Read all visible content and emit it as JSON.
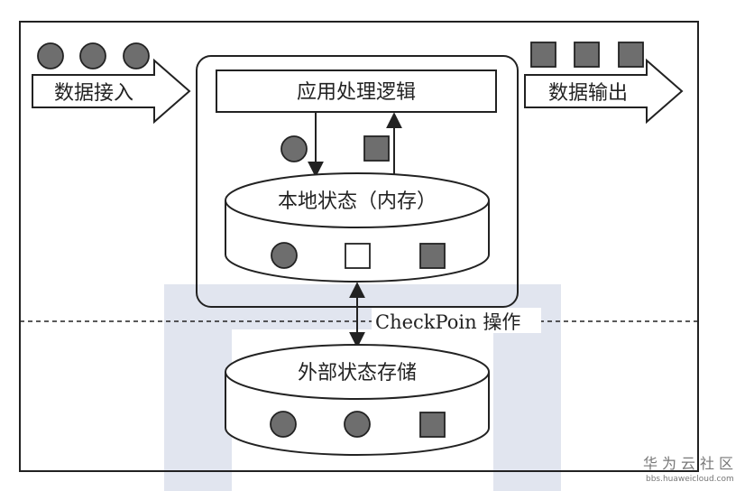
{
  "diagram": {
    "input_label": "数据接入",
    "output_label": "数据输出",
    "app_logic_label": "应用处理逻辑",
    "local_state_label": "本地状态（内存）",
    "checkpoint_label": "CheckPoin 操作",
    "external_state_label": "外部状态存储"
  },
  "watermark": {
    "name": "华为云社区",
    "url": "bbs.huaweicloud.com"
  },
  "colors": {
    "stroke": "#222222",
    "circle_fill": "#6e6e6e",
    "square_fill": "#6e6e6e",
    "watermark_bg": "#c9d0e2"
  }
}
